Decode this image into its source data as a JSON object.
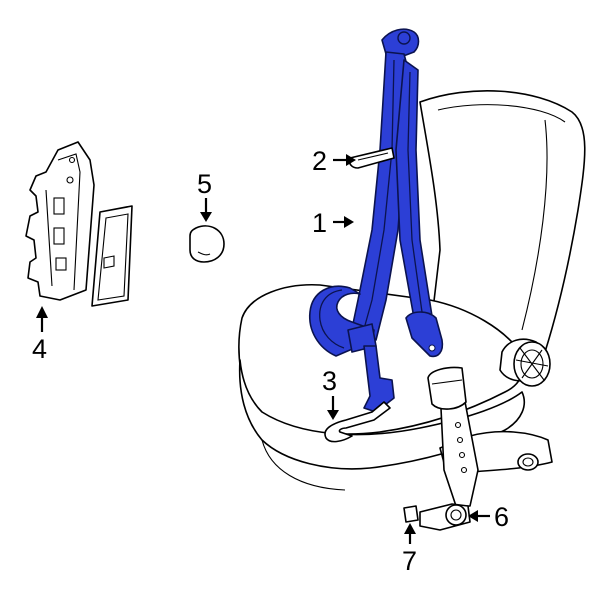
{
  "callouts": [
    {
      "id": "1",
      "text": "1"
    },
    {
      "id": "2",
      "text": "2"
    },
    {
      "id": "3",
      "text": "3"
    },
    {
      "id": "4",
      "text": "4"
    },
    {
      "id": "5",
      "text": "5"
    },
    {
      "id": "6",
      "text": "6"
    },
    {
      "id": "7",
      "text": "7"
    }
  ],
  "colors": {
    "belt": "#2c3fd6",
    "outline": "#000000",
    "background": "#ffffff"
  }
}
